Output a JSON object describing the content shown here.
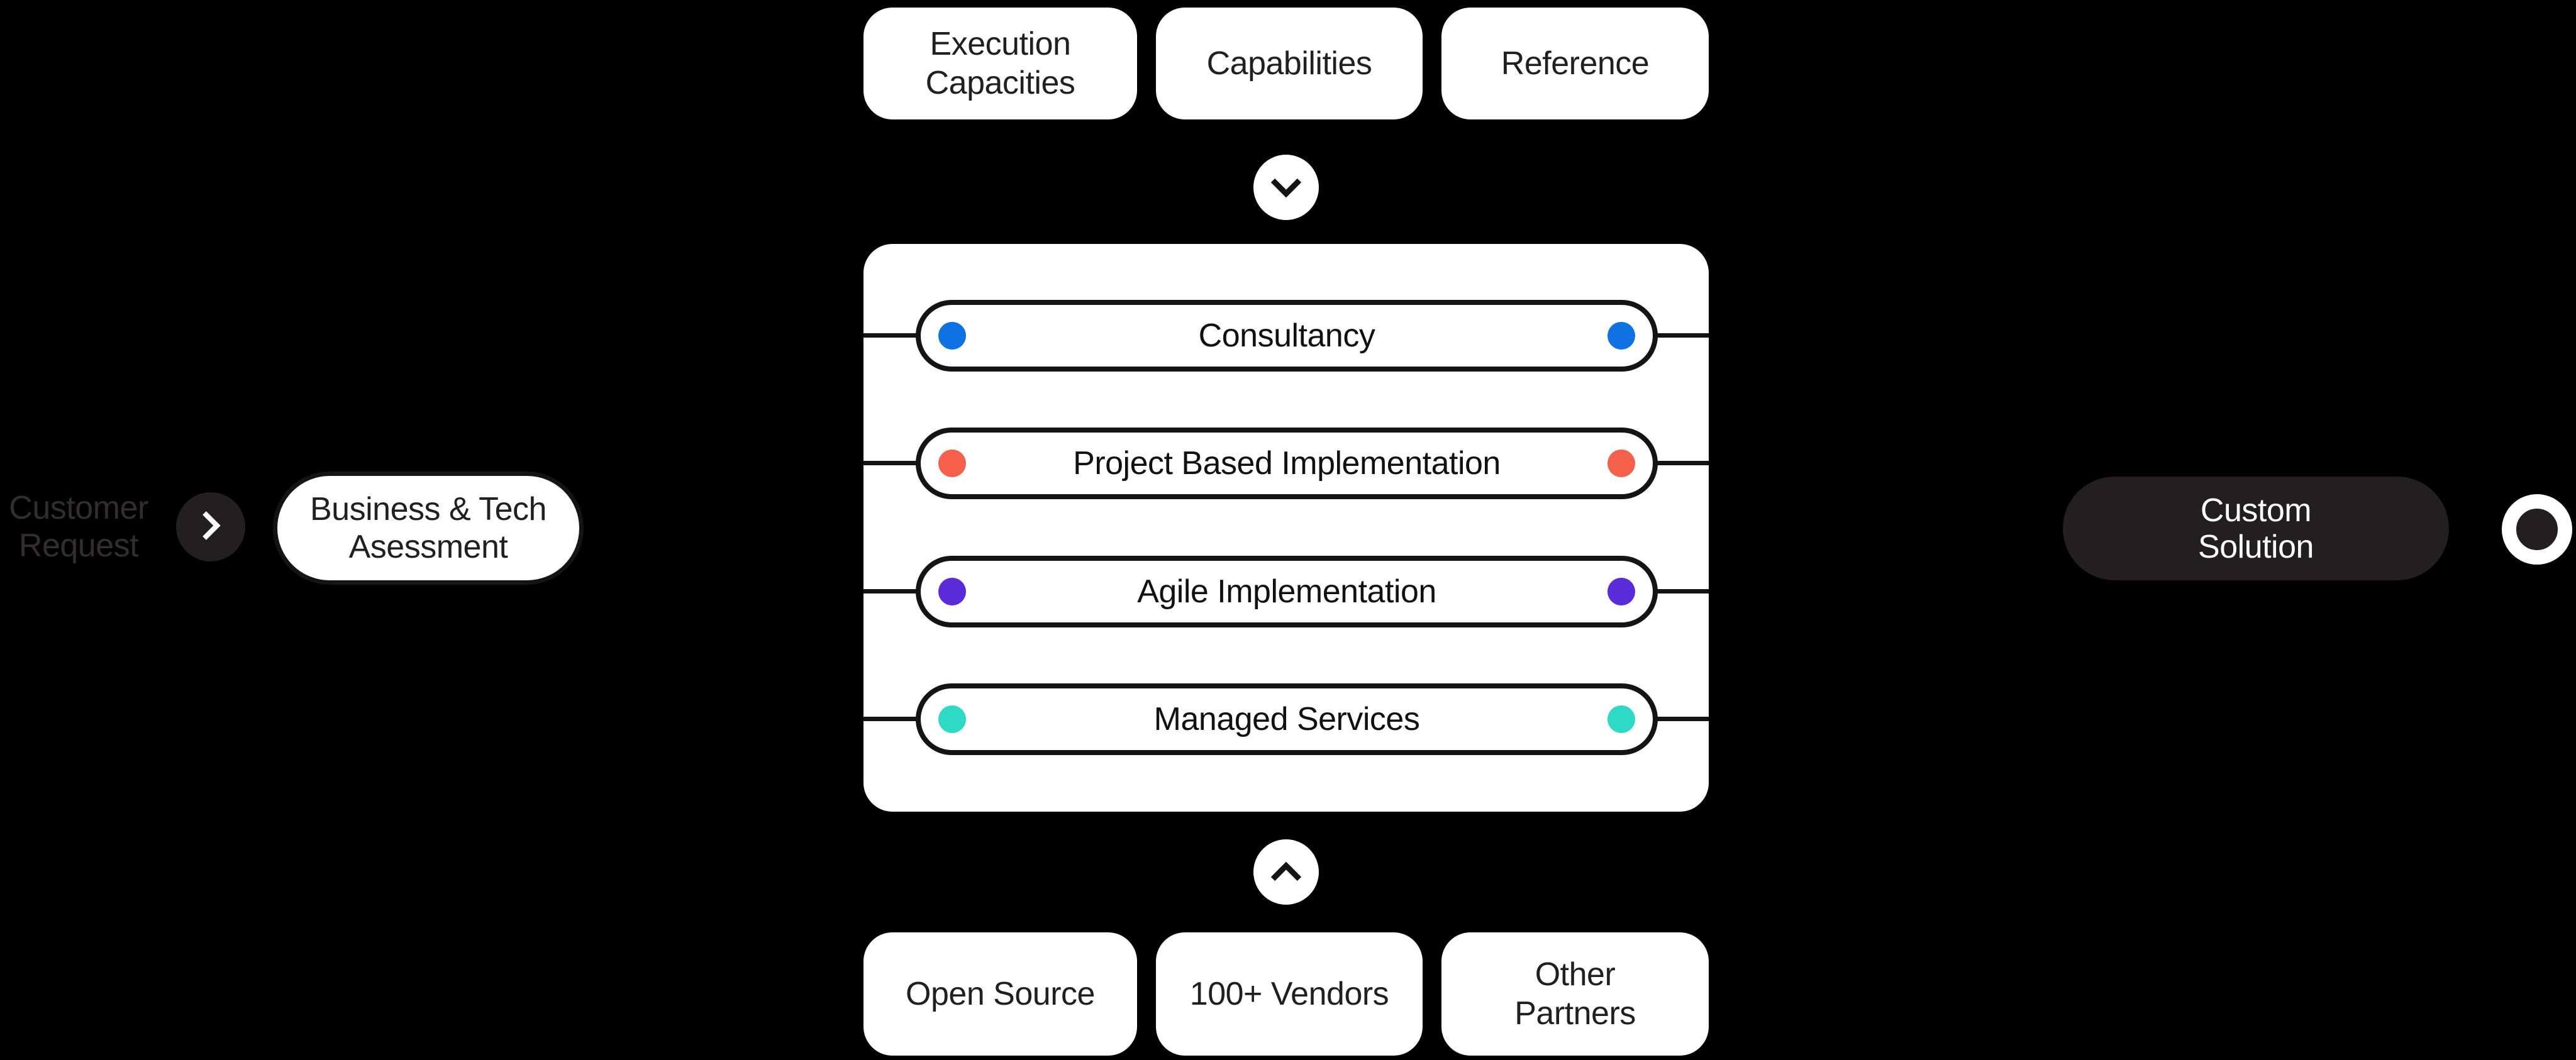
{
  "diagram": {
    "background": "#000000",
    "colors": {
      "surface": "#FFFFFF",
      "charcoal": "#231F20",
      "line": "#141414",
      "muted_text": "#332D2F"
    },
    "input": {
      "label": "Customer\nRequest",
      "arrow_icon": "chevron-right-icon"
    },
    "assessment": {
      "label": "Business & Tech\nAsessment"
    },
    "top_pills": [
      {
        "label": "Execution\nCapacities"
      },
      {
        "label": "Capabilities"
      },
      {
        "label": "Reference"
      }
    ],
    "collapse_top_icon": "chevron-down-icon",
    "services": [
      {
        "label": "Consultancy",
        "dot_color": "#0E72E3"
      },
      {
        "label": "Project Based Implementation",
        "dot_color": "#F4604C"
      },
      {
        "label": "Agile Implementation",
        "dot_color": "#5B2BD9"
      },
      {
        "label": "Managed Services",
        "dot_color": "#2ED9C6"
      }
    ],
    "collapse_bottom_icon": "chevron-up-icon",
    "bottom_pills": [
      {
        "label": "Open Source"
      },
      {
        "label": "100+ Vendors"
      },
      {
        "label": "Other\nPartners"
      }
    ],
    "output": {
      "label": "Custom\nSolution"
    }
  }
}
